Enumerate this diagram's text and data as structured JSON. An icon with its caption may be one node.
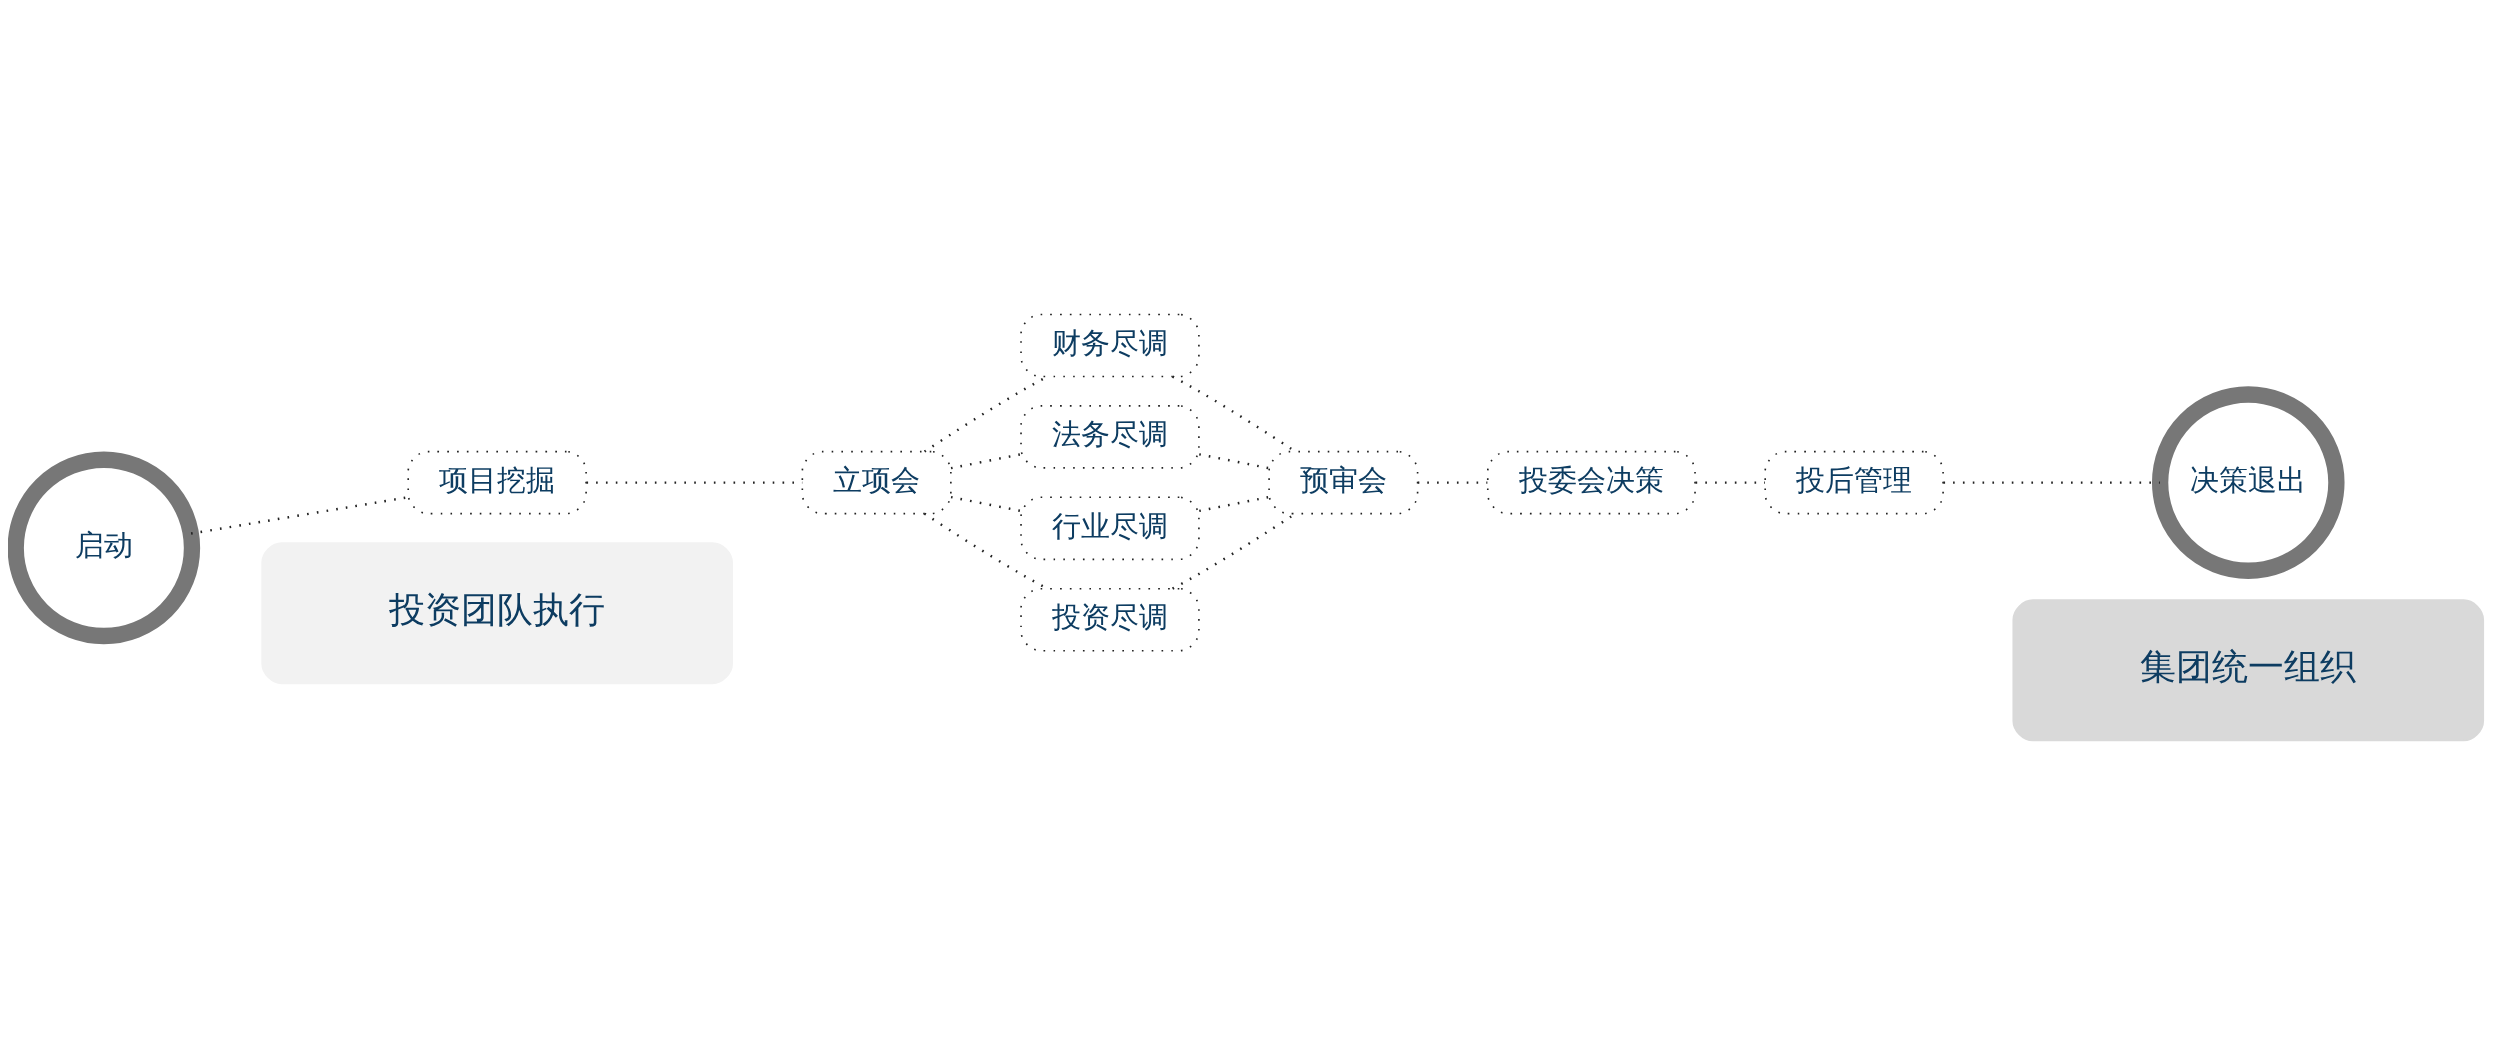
{
  "diagram": {
    "nodes": [
      {
        "text": [
          "集团统一组织"
        ]
      },
      {
        "text": [
          "决策退出"
        ]
      },
      {
        "text": [
          "财务尽调"
        ]
      },
      {
        "text": [
          "法务尽调"
        ]
      },
      {
        "text": [
          "项目挖掘"
        ]
      },
      {
        "text": [
          "立项会"
        ]
      },
      {
        "text": [
          "行业尽调"
        ]
      },
      {
        "text": [
          "预审会"
        ]
      },
      {
        "text": [
          "投委会决策"
        ]
      },
      {
        "text": [
          "投后管理"
        ]
      },
      {
        "text": [
          "投资尽调"
        ]
      },
      {
        "text": [
          "启动"
        ]
      },
      {
        "text": [
          "投资团队执行"
        ]
      }
    ],
    "edges": [
      {
        "from": 11,
        "to": 4,
        "arrow": "none",
        "style": "dashed"
      },
      {
        "from": 4,
        "to": 5,
        "arrow": "none",
        "style": "dashed"
      },
      {
        "from": 5,
        "to": 2,
        "arrow": "none",
        "style": "dashed"
      },
      {
        "from": 5,
        "to": 3,
        "arrow": "none",
        "style": "dashed"
      },
      {
        "from": 5,
        "to": 6,
        "arrow": "none",
        "style": "dashed"
      },
      {
        "from": 5,
        "to": 10,
        "arrow": "none",
        "style": "dashed"
      },
      {
        "from": 2,
        "to": 7,
        "arrow": "none",
        "style": "dashed"
      },
      {
        "from": 3,
        "to": 7,
        "arrow": "none",
        "style": "dashed"
      },
      {
        "from": 6,
        "to": 7,
        "arrow": "none",
        "style": "dashed"
      },
      {
        "from": 10,
        "to": 7,
        "arrow": "none",
        "style": "dashed"
      },
      {
        "from": 7,
        "to": 8,
        "arrow": "none",
        "style": "dashed"
      },
      {
        "from": 8,
        "to": 9,
        "arrow": "none",
        "style": "dashed"
      },
      {
        "from": 9,
        "to": 1,
        "arrow": "none",
        "style": "dashed"
      }
    ]
  }
}
